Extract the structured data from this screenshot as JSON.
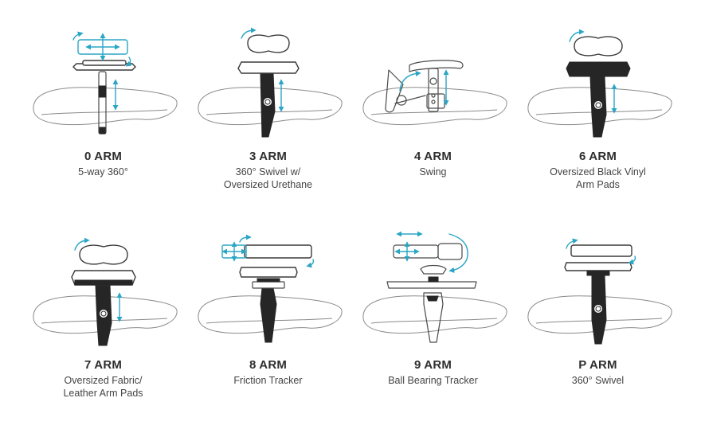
{
  "accent_color": "#2aa6c4",
  "arms": [
    {
      "title": "0 ARM",
      "desc": "5-way 360°",
      "icon": "arm-0-5way-icon"
    },
    {
      "title": "3 ARM",
      "desc": "360° Swivel w/\nOversized Urethane",
      "icon": "arm-3-swivel-urethane-icon"
    },
    {
      "title": "4 ARM",
      "desc": "Swing",
      "icon": "arm-4-swing-icon"
    },
    {
      "title": "6 ARM",
      "desc": "Oversized Black Vinyl\nArm Pads",
      "icon": "arm-6-vinyl-pads-icon"
    },
    {
      "title": "7 ARM",
      "desc": "Oversized Fabric/\nLeather Arm Pads",
      "icon": "arm-7-fabric-leather-icon"
    },
    {
      "title": "8 ARM",
      "desc": "Friction Tracker",
      "icon": "arm-8-friction-tracker-icon"
    },
    {
      "title": "9 ARM",
      "desc": "Ball Bearing Tracker",
      "icon": "arm-9-ball-bearing-icon"
    },
    {
      "title": "P ARM",
      "desc": "360° Swivel",
      "icon": "arm-p-swivel-icon"
    }
  ]
}
